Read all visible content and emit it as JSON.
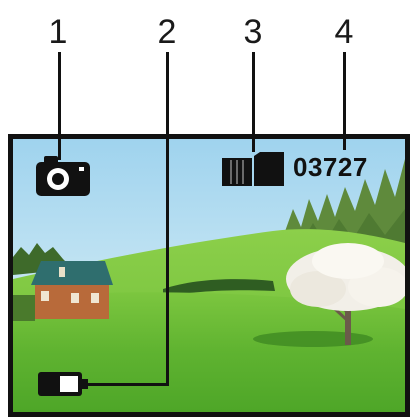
{
  "callouts": [
    {
      "number": "1",
      "target": "camera-mode-icon"
    },
    {
      "number": "2",
      "target": "battery-icon"
    },
    {
      "number": "3",
      "target": "memory-card-icon"
    },
    {
      "number": "4",
      "target": "shot-counter"
    }
  ],
  "screen": {
    "mode_icon": "camera-icon",
    "storage_icon": "memory-card-icon",
    "battery_icon": "battery-icon",
    "shot_counter": "03727"
  }
}
